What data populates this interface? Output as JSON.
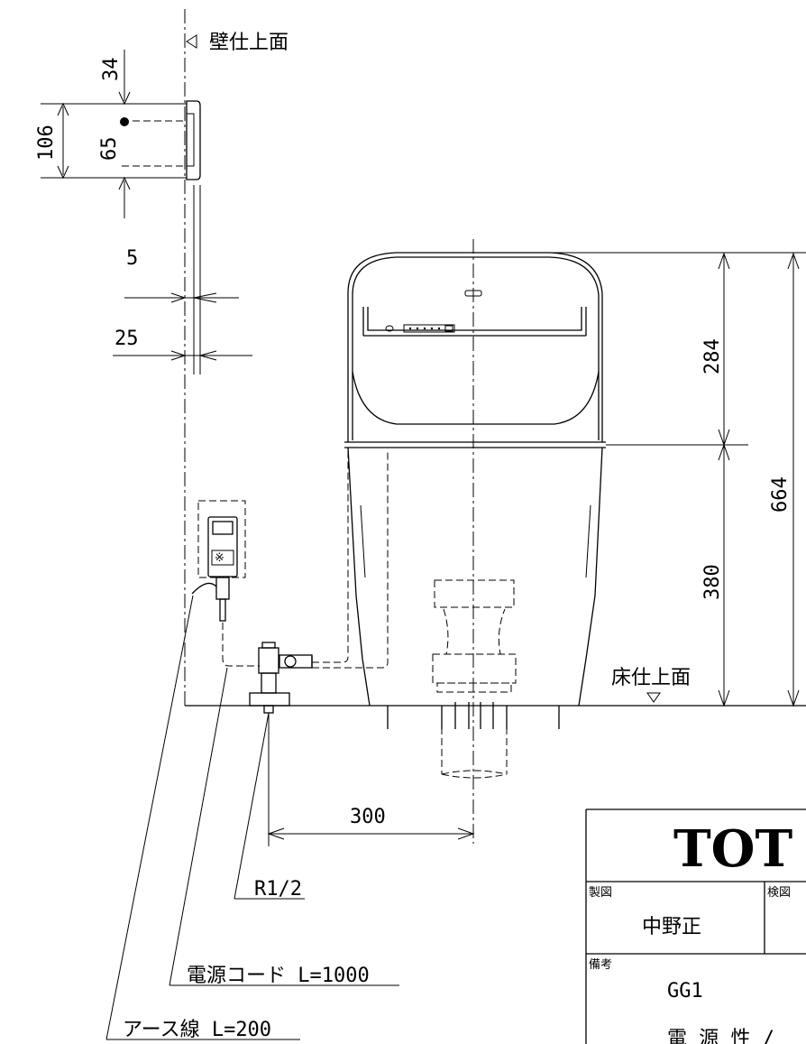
{
  "labels": {
    "wall_finish": "壁仕上面",
    "floor_finish": "床仕上面",
    "pipe": "R1/2",
    "power_cord": "電源コード L=1000",
    "earth_wire": "アース線 L=200"
  },
  "dimensions": {
    "d34": "34",
    "d106": "106",
    "d65": "65",
    "d5": "5",
    "d25": "25",
    "d284": "284",
    "d380": "380",
    "d664": "664",
    "d300": "300"
  },
  "title_block": {
    "logo": "TOT",
    "drawn_by_label": "製図",
    "drawn_by": "中野正",
    "checked_by_label": "検図",
    "remarks_label": "備考",
    "model": "GG1",
    "note_partial": "電 源 性 /"
  }
}
